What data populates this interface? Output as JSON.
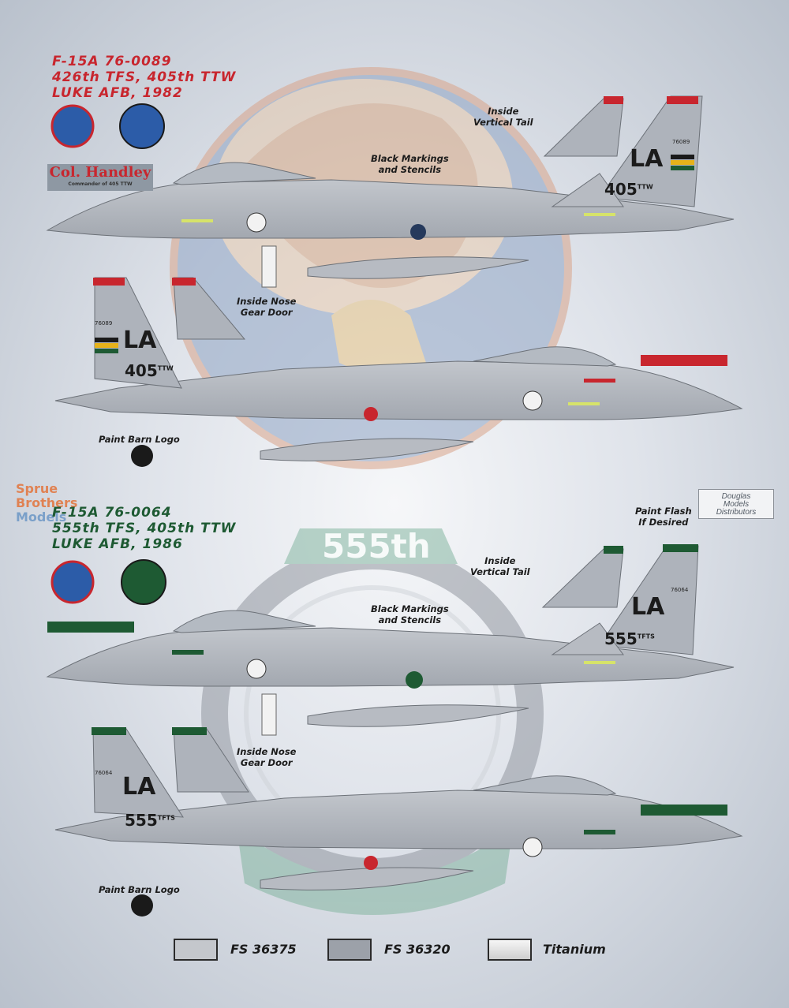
{
  "top": {
    "title_lines": [
      "F-15A 76-0089",
      "426th TFS, 405th TTW",
      "LUKE AFB, 1982"
    ],
    "name_decal": "Col. Handley",
    "name_decal_sub": "Commander of 405 TTW",
    "tail_code": "LA",
    "tail_number": "405",
    "tail_suffix": "TTW",
    "serial": "76089",
    "labels": {
      "inside_vertical_tail": [
        "Inside",
        "Vertical Tail"
      ],
      "black_markings": [
        "Black Markings",
        "and Stencils"
      ],
      "inside_nose_gear": [
        "Inside Nose",
        "Gear Door"
      ],
      "paint_barn": "Paint Barn Logo"
    }
  },
  "bottom": {
    "title_lines": [
      "F-15A 76-0064",
      "555th TFS, 405th TTW",
      "LUKE AFB, 1986"
    ],
    "watermark_text": "555th",
    "tail_code": "LA",
    "tail_number": "555",
    "tail_suffix": "TFTS",
    "serial": "76064",
    "labels": {
      "paint_flash": [
        "Paint Flash",
        "If Desired"
      ],
      "inside_vertical_tail": [
        "Inside",
        "Vertical Tail"
      ],
      "black_markings": [
        "Black Markings",
        "and Stencils"
      ],
      "inside_nose_gear": [
        "Inside Nose",
        "Gear Door"
      ],
      "paint_barn": "Paint Barn Logo"
    }
  },
  "watermark": {
    "line1": "Sprue",
    "line2": "Brothers",
    "line3": "Models"
  },
  "distributor": {
    "line1": "Douglas",
    "line2": "Models",
    "line3": "Distributors"
  },
  "legend": [
    {
      "label": "FS 36375",
      "color": "#c4c7cc"
    },
    {
      "label": "FS 36320",
      "color": "#9ca1a9"
    },
    {
      "label": "Titanium",
      "color": "#e8e8e8"
    }
  ],
  "colors": {
    "aircraft_light": "#b7bbc2",
    "aircraft_dark": "#9a9fa8",
    "red": "#c8262e",
    "green": "#1e5a33"
  }
}
